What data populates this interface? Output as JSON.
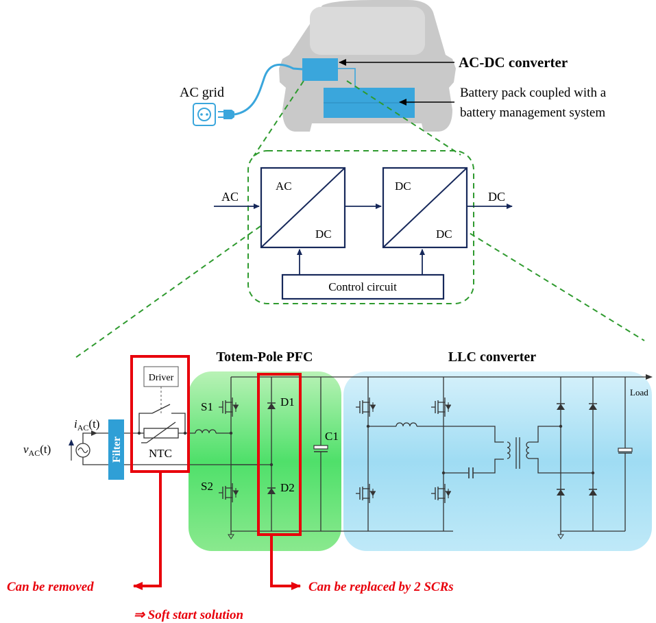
{
  "vehicle": {
    "ac_grid_label": "AC grid",
    "converter_label": "AC-DC converter",
    "battery_label_line1": "Battery pack coupled with a",
    "battery_label_line2": "battery management system"
  },
  "block_diagram": {
    "input_label": "AC",
    "output_label": "DC",
    "block1": {
      "top": "AC",
      "bottom": "DC"
    },
    "block2": {
      "top": "DC",
      "bottom": "DC"
    },
    "control_label": "Control circuit"
  },
  "circuit": {
    "pfc_title": "Totem-Pole PFC",
    "llc_title": "LLC converter",
    "current_symbol": "i",
    "current_sub": "AC",
    "current_arg": "(t)",
    "voltage_symbol": "v",
    "voltage_sub": "AC",
    "voltage_arg": "(t)",
    "filter_label": "Filter",
    "driver_label": "Driver",
    "ntc_label": "NTC",
    "s1": "S1",
    "s2": "S2",
    "d1": "D1",
    "d2": "D2",
    "c1": "C1",
    "load_label": "Load"
  },
  "annotations": {
    "removed": "Can be removed",
    "replaced": "Can be replaced by 2 SCRs",
    "soft_start": "⇒ Soft start solution"
  },
  "colors": {
    "accent_red": "#e8000b",
    "pfc_green": "#4fe06a",
    "llc_blue": "#a8e2f5",
    "dash_green": "#2e9a2e",
    "navy": "#16285a",
    "car_gray": "#c9c9c9",
    "converter_blue": "#3aa6dc",
    "filter_blue": "#2f9fd6"
  }
}
